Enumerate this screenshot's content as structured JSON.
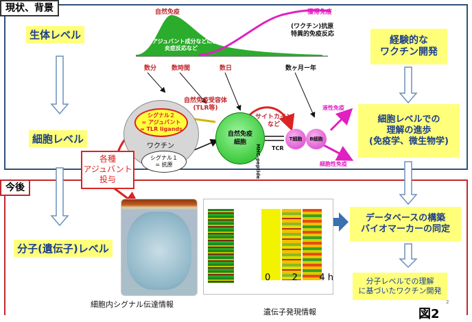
{
  "sections": {
    "current_label": "現状、背景",
    "future_label": "今後"
  },
  "levels": {
    "organism": "生体レベル",
    "cell": "細胞レベル",
    "molecular": "分子(遺伝子)レベル"
  },
  "timeline": {
    "innate_label": "自然免疫",
    "acquired_label": "獲得免疫",
    "adjuvant_note_1": "アジュバント成分などによる",
    "adjuvant_note_2": "炎症反応など",
    "antigen_note_1": "(ワクチン)抗原",
    "antigen_note_2": "特異的免疫反応",
    "ticks": [
      "数分",
      "数時間",
      "数日",
      "数ヶ月ー年"
    ]
  },
  "right_boxes": {
    "empirical_1": "経験的な",
    "empirical_2": "ワクチン開発",
    "progress_1": "細胞レベルでの",
    "progress_2": "理解の進歩",
    "progress_3": "(免疫学、微生物学)",
    "database_1": "データベースの構築",
    "database_2": "バイオマーカーの同定",
    "molecular_dev_1": "分子レベルでの理解",
    "molecular_dev_2": "に基づいたワクチン開発"
  },
  "mechanism": {
    "receptor_1": "自然免疫受容体",
    "receptor_2": "(TLR等)",
    "signal2_1": "シグナル２",
    "signal2_2": "= アジュバント",
    "signal2_3": "= TLR ligands",
    "vaccine": "ワクチン",
    "signal1_1": "シグナル１",
    "signal1_2": "= 抗原",
    "innate_cell_1": "自然免疫",
    "innate_cell_2": "細胞",
    "cytokine_1": "サイトカイン",
    "cytokine_2": "など",
    "mhc": "MHC-peptide",
    "tcr": "TCR",
    "t_cell": "T細胞",
    "b_cell": "B細胞",
    "humoral": "液性免疫",
    "cellular": "細胞性免疫",
    "adjuvant_1": "各種",
    "adjuvant_2": "アジュバント",
    "adjuvant_3": "投与"
  },
  "heatmap_axis": [
    "0",
    "2",
    "4 h"
  ],
  "captions": {
    "signaling": "細胞内シグナル伝達情報",
    "expression": "遺伝子発現情報"
  },
  "figure_label": "図2",
  "page_number": "2",
  "colors": {
    "frame_blue": "#2b4f7a",
    "frame_red": "#c0262c",
    "highlight": "#ffff7a",
    "text_blue": "#1c3f8a",
    "green": "#1aa51a",
    "magenta": "#e020c0"
  }
}
